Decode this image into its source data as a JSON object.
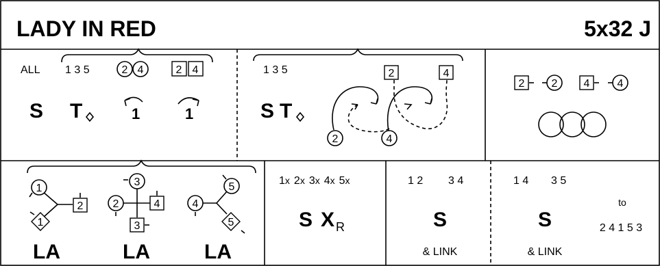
{
  "header": {
    "title": "LADY IN RED",
    "format": "5x32 J"
  },
  "bar1": {
    "who_all": "ALL",
    "who_135": "1 3 5",
    "c2": "2",
    "c4": "4",
    "b2": "2",
    "b4": "4",
    "step_s": "S",
    "step_t": "T",
    "turn1": "1",
    "turn2": "1"
  },
  "bar2": {
    "who_135": "1 3 5",
    "step_s": "S",
    "step_t": "T",
    "b2": "2",
    "b4": "4",
    "c2": "2",
    "c4": "4"
  },
  "bar3": {
    "b2": "2",
    "c2": "2",
    "b4": "4",
    "c4": "4"
  },
  "bar4": {
    "f1_top": "1",
    "f1_box": "2",
    "f1_bot": "1",
    "f2_top": "3",
    "f2_left": "2",
    "f2_right": "4",
    "f2_bot": "3",
    "f3_left": "4",
    "f3_top": "5",
    "f3_bot": "5",
    "la1": "LA",
    "la2": "LA",
    "la3": "LA"
  },
  "bar5": {
    "times": [
      {
        "n": "1",
        "x": "x"
      },
      {
        "n": "2",
        "x": "x"
      },
      {
        "n": "3",
        "x": "x"
      },
      {
        "n": "4",
        "x": "x"
      },
      {
        "n": "5",
        "x": "x"
      }
    ],
    "step_s": "S",
    "step_x": "X",
    "sub_r": "R"
  },
  "bar6": {
    "who_a": "1 2",
    "who_b": "3 4",
    "step": "S",
    "note": "& LINK"
  },
  "bar7": {
    "who_a": "1 4",
    "who_b": "3 5",
    "step": "S",
    "note": "& LINK",
    "to_label": "to",
    "order": "2 4 1 5 3"
  }
}
